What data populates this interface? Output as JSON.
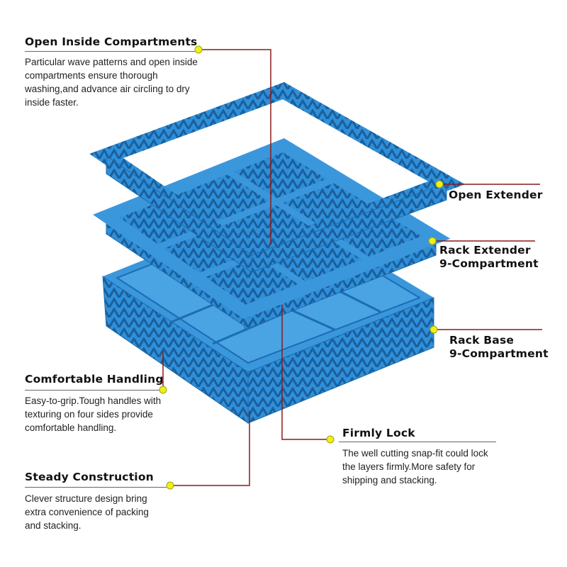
{
  "colors": {
    "rack_blue": "#2f8fd8",
    "rack_dark": "#1c6cb0",
    "leader": "#8b1a1a",
    "dot": "#f2ee16"
  },
  "callouts": {
    "open_inside": {
      "title": "Open Inside Compartments",
      "desc": "Particular wave patterns and open inside compartments ensure thorough washing,and advance air circling to dry inside faster."
    },
    "open_extender": {
      "title": "Open Extender"
    },
    "rack_extender": {
      "title_line1": "Rack Extender",
      "title_line2": "9-Compartment"
    },
    "rack_base": {
      "title_line1": "Rack Base",
      "title_line2": "9-Compartment"
    },
    "handling": {
      "title": "Comfortable Handling",
      "desc": "Easy-to-grip.Tough handles with texturing on four sides provide comfortable handling."
    },
    "firmly_lock": {
      "title": "Firmly Lock",
      "desc": "The well cutting snap-fit could lock the layers firmly.More safety for shipping and stacking."
    },
    "steady": {
      "title": "Steady Construction",
      "desc": "Clever structure design bring extra convenience of packing and stacking."
    }
  }
}
